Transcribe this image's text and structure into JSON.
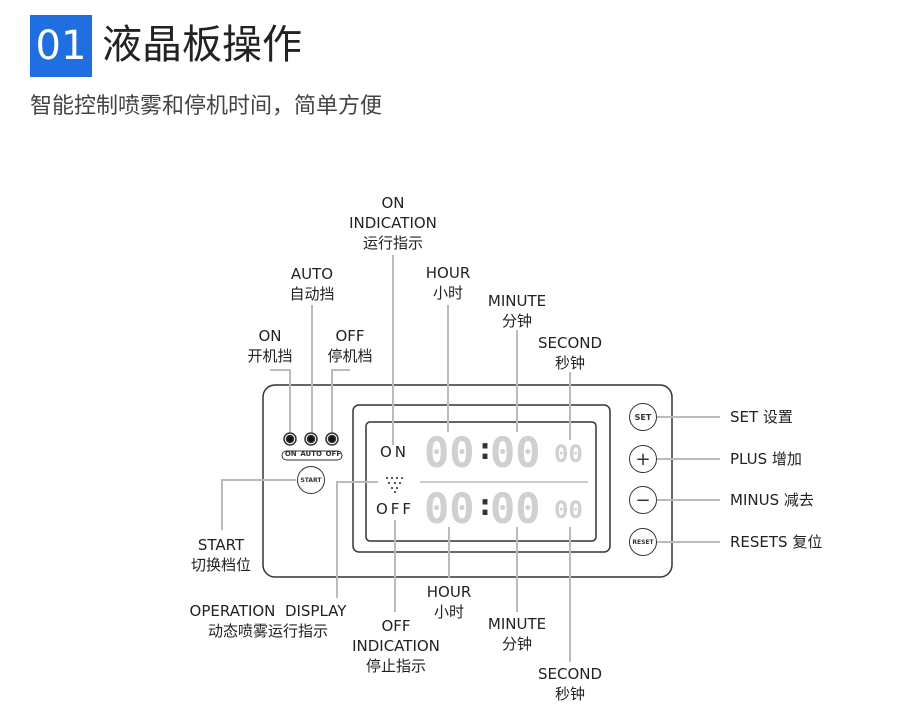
{
  "header": {
    "number": "01",
    "title": "液晶板操作",
    "subtitle": "智能控制喷雾和停机时间，简单方便"
  },
  "device": {
    "led_labels": [
      "ON",
      "AUTO",
      "OFF"
    ],
    "start": "START",
    "lcd_on": "ON",
    "lcd_off": "OFF",
    "digits": "00",
    "colon": ":",
    "buttons": {
      "set": "SET",
      "plus": "+",
      "minus": "−",
      "reset": "RESET"
    }
  },
  "callouts": {
    "on_indication": [
      "ON",
      "INDICATION",
      "运行指示"
    ],
    "hour_top": [
      "HOUR",
      "小时"
    ],
    "minute_top": [
      "MINUTE",
      "分钟"
    ],
    "second_top": [
      "SECOND",
      "秒钟"
    ],
    "auto": [
      "AUTO",
      "自动挡"
    ],
    "on": [
      "ON",
      "开机挡"
    ],
    "off": [
      "OFF",
      "停机档"
    ],
    "start": [
      "START",
      "切换档位"
    ],
    "operation": [
      "OPERATION  DISPLAY",
      "动态喷雾运行指示"
    ],
    "off_indication": [
      "OFF",
      "INDICATION",
      "停止指示"
    ],
    "hour_bottom": [
      "HOUR",
      "小时"
    ],
    "minute_bottom": [
      "MINUTE",
      "分钟"
    ],
    "second_bottom": [
      "SECOND",
      "秒钟"
    ],
    "set": "SET  设置",
    "plus": "PLUS  增加",
    "minus": "MINUS  减去",
    "reset": "RESETS  复位"
  }
}
